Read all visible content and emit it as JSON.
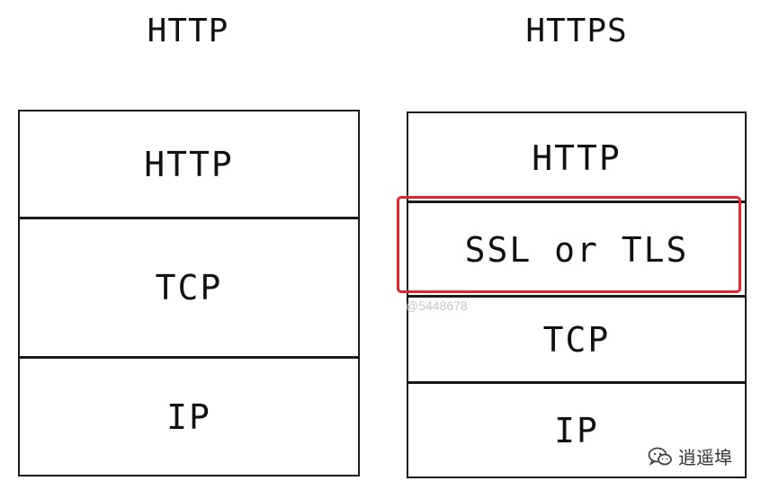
{
  "left": {
    "title": "HTTP",
    "layers": [
      "HTTP",
      "TCP",
      "IP"
    ]
  },
  "right": {
    "title": "HTTPS",
    "layers": [
      "HTTP",
      "SSL or TLS",
      "TCP",
      "IP"
    ],
    "highlighted_layer": "SSL or TLS",
    "highlight_color": "#e0262b"
  },
  "watermark": "@5448678",
  "brand": {
    "icon": "wechat-icon",
    "name": "逍遥埠"
  }
}
